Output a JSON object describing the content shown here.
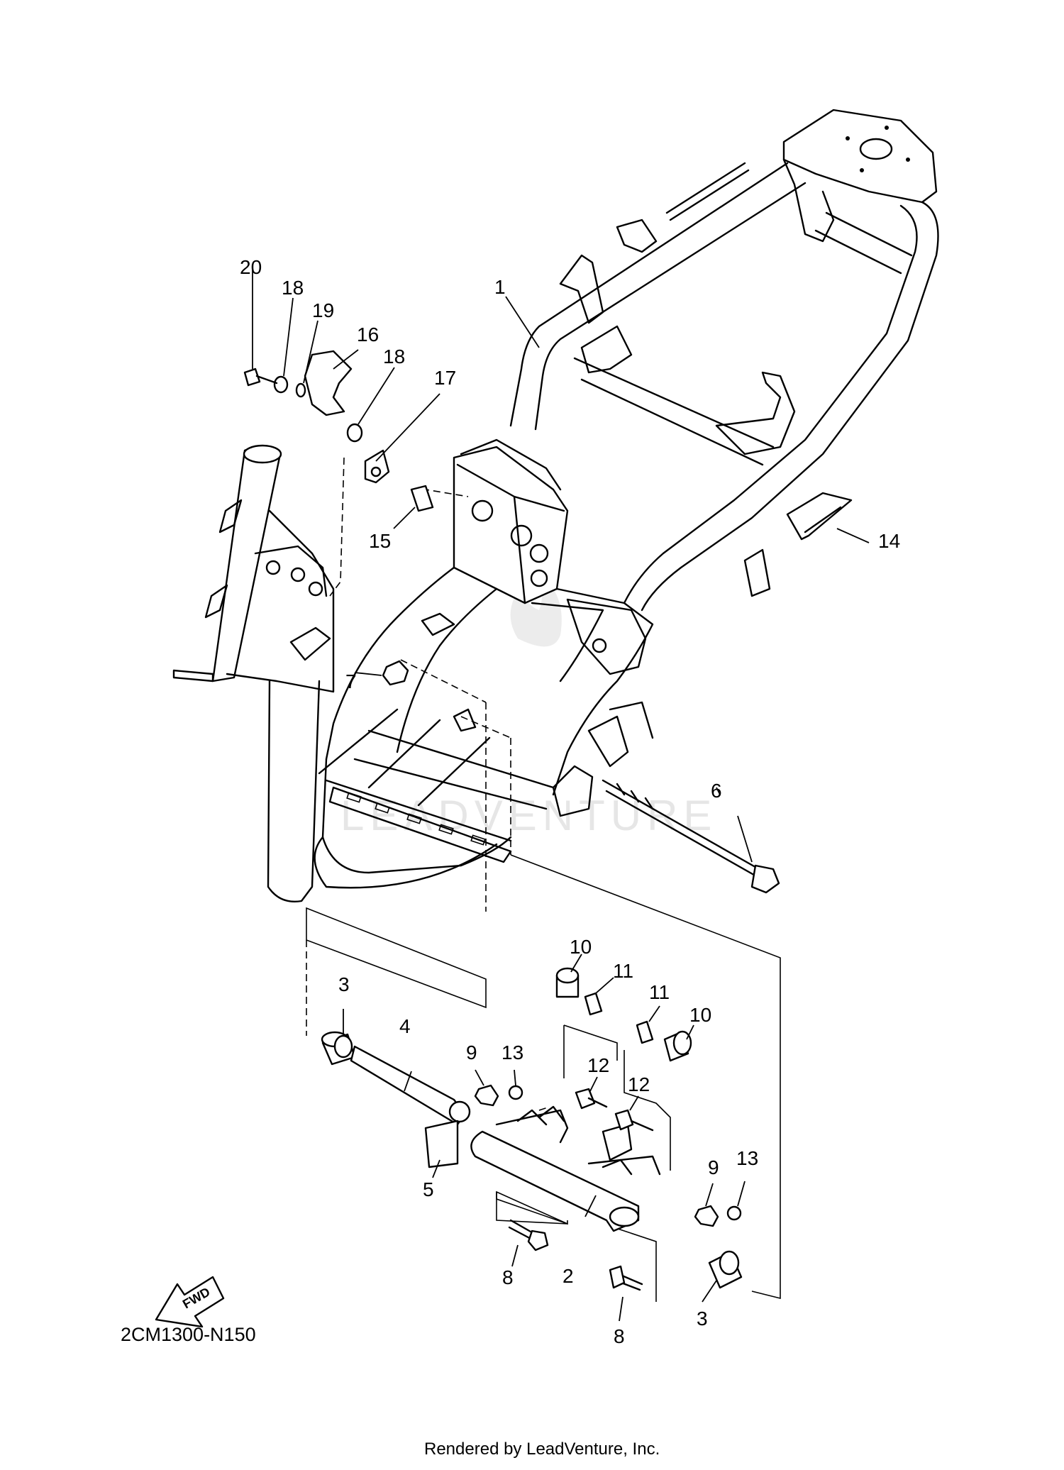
{
  "diagram": {
    "code": "2CM1300-N150",
    "footer": "Rendered by LeadVenture, Inc.",
    "fwd_label": "FWD",
    "watermark": "LEADVENTURE",
    "callouts": [
      "1",
      "2",
      "3",
      "3",
      "4",
      "5",
      "6",
      "7",
      "8",
      "8",
      "9",
      "9",
      "10",
      "10",
      "11",
      "11",
      "12",
      "12",
      "13",
      "13",
      "14",
      "15",
      "16",
      "17",
      "18",
      "18",
      "19",
      "20"
    ]
  }
}
